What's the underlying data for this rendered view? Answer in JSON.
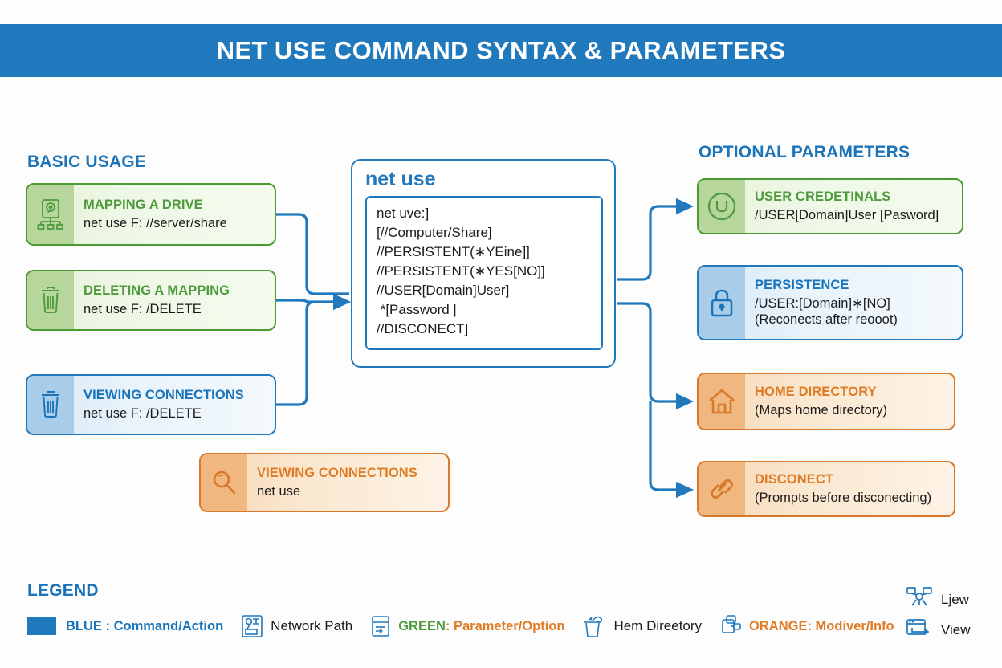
{
  "header": {
    "title": "NET USE COMMAND SYNTAX & PARAMETERS"
  },
  "sections": {
    "basic_usage": "BASIC USAGE",
    "optional_parameters": "OPTIONAL PARAMETERS",
    "legend": "LEGEND"
  },
  "colors": {
    "header_blue": "#2179bd",
    "blue_text": "#1b74ba",
    "green_text": "#4e9a3c",
    "orange_text": "#e07b26",
    "green_border": "#4b9b33",
    "blue_border": "#2179bd",
    "orange_border": "#d9782a"
  },
  "basic_cards": [
    {
      "id": "mapping",
      "icon": "hard-drive-network-icon",
      "color": "green",
      "title": "MAPPING A DRIVE",
      "sub": "net use F: //server/share"
    },
    {
      "id": "deleting",
      "icon": "trash-icon",
      "color": "green",
      "title": "DELETING A MAPPING",
      "sub": "net use F: /DELETE"
    },
    {
      "id": "viewing-left",
      "icon": "trash-icon",
      "color": "blue",
      "title": "VIEWING CONNECTIONS",
      "sub": "net use F: /DELETE"
    },
    {
      "id": "viewing-orange",
      "icon": "magnifier-icon",
      "color": "orange",
      "title": "VIEWING CONNECTIONS",
      "sub": "net use"
    }
  ],
  "center": {
    "title": "net use",
    "code_lines": [
      "net uve:]",
      "[//Computer/Share]",
      "//PERSISTENT(∗YEine]]",
      "//PERSISTENT(∗YES[NO]]",
      "//USER[Domain]User]",
      " *[Password |",
      "//DISCONECT]"
    ]
  },
  "optional_cards": [
    {
      "id": "user-credentials",
      "icon": "user-circle-icon",
      "color": "green",
      "title": "USER CREDETINALS",
      "lines": [
        "/USER[Domain]User [Pasword]"
      ]
    },
    {
      "id": "persistence",
      "icon": "lock-icon",
      "color": "blue",
      "title": "PERSISTENCE",
      "lines": [
        "/USER:[Domain]∗[NO]",
        "(Reconects after reooot)"
      ]
    },
    {
      "id": "home-directory",
      "icon": "home-icon",
      "color": "orange",
      "title": "HOME DIRECTORY",
      "lines": [
        "(Maps home directory)"
      ]
    },
    {
      "id": "disconect",
      "icon": "link-chain-icon",
      "color": "orange",
      "title": "DISCONECT",
      "lines": [
        "(Prompts before disconecting)"
      ]
    }
  ],
  "legend_items": [
    {
      "id": "blue-swatch",
      "icon": "color-swatch",
      "label": "BLUE : Command/Action",
      "style": "blue"
    },
    {
      "id": "network-path",
      "icon": "network-path-icon",
      "label": "Network Path",
      "style": "plain"
    },
    {
      "id": "green-param",
      "icon": "server-icon",
      "label_green": "GREEN",
      "label_orange": " : Parameter/Option",
      "style": "split"
    },
    {
      "id": "home-directory",
      "icon": "trash-key-icon",
      "label": "Hem Direetory",
      "style": "plain"
    },
    {
      "id": "orange-modifier",
      "icon": "share-node-icon",
      "label": "ORANGE: Modiver/Info",
      "style": "orange"
    }
  ],
  "legend_right": [
    {
      "id": "ljew",
      "icon": "network-nodes-icon",
      "label": "Ljew"
    },
    {
      "id": "view",
      "icon": "window-arrow-icon",
      "label": "View"
    }
  ]
}
